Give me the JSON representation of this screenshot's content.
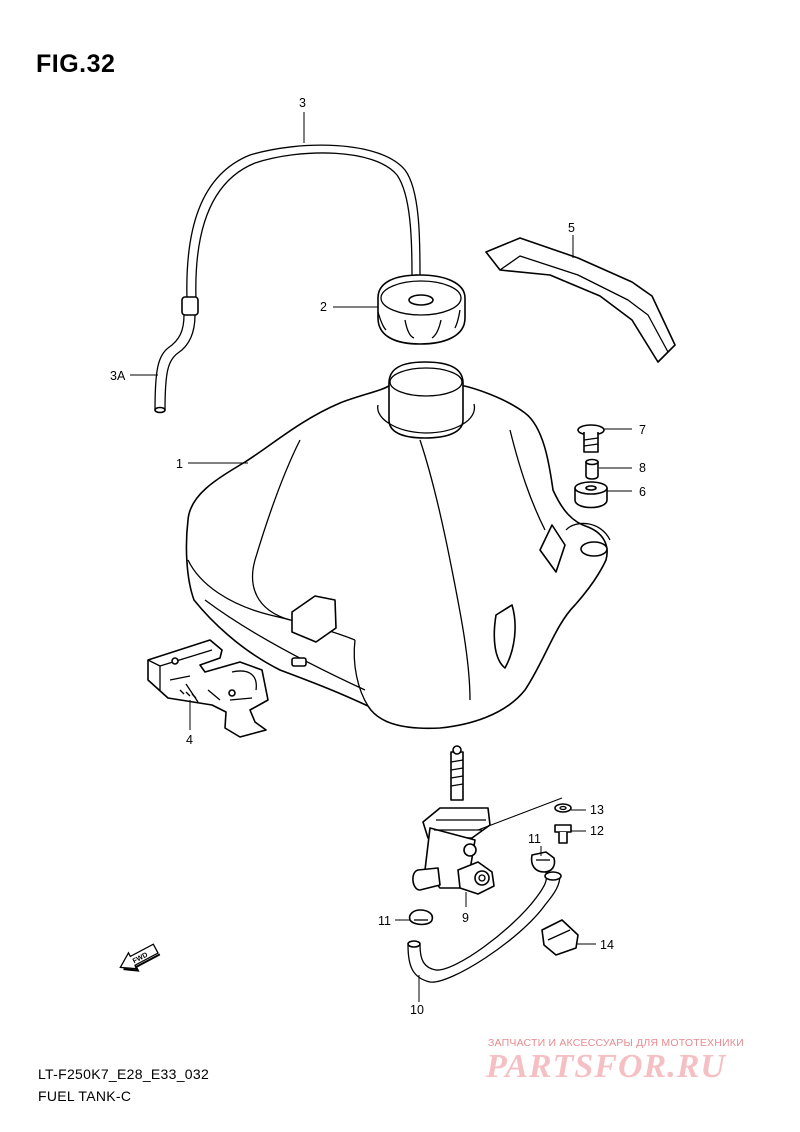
{
  "figure": {
    "title": "FIG.32",
    "model_code": "LT-F250K7_E28_E33_032",
    "section_name": "FUEL TANK-C"
  },
  "callouts": [
    "1",
    "2",
    "3",
    "3A",
    "4",
    "5",
    "6",
    "7",
    "8",
    "9",
    "10",
    "11",
    "11",
    "12",
    "13",
    "14"
  ],
  "direction_marker": {
    "label": "FWD",
    "icon": "fwd-arrow-icon"
  },
  "watermark": {
    "tagline": "ЗАПЧАСТИ И АКСЕССУАРЫ ДЛЯ МОТОТЕХНИКИ",
    "logo": "PARTSFOR.RU"
  },
  "colors": {
    "line": "#000000",
    "background": "#ffffff",
    "watermark": "#e88a90"
  }
}
